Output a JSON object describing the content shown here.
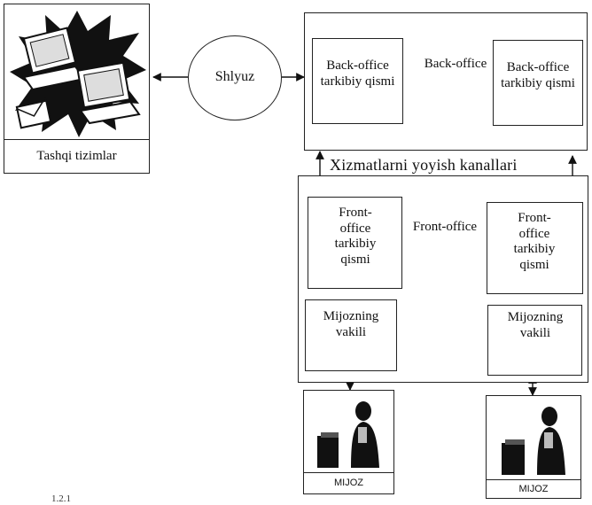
{
  "external": {
    "label": "Tashqi tizimlar"
  },
  "gateway": {
    "label": "Shlyuz"
  },
  "back_office": {
    "left_label": "Back-office tarkibiy qismi",
    "right_label": "Back-office tarkibiy qismi",
    "connector_label": "Back-office"
  },
  "channels": {
    "label": "Xizmatlarni yoyish kanallari"
  },
  "front_office": {
    "left_label": "Front- office tarkibiy qismi",
    "right_label": "Front- office tarkibiy qismi",
    "connector_label": "Front-office"
  },
  "agents": {
    "left_label": "Mijozning vakili",
    "right_label": "Mijozning vakili"
  },
  "clients": {
    "left_label": "MIJOZ",
    "right_label": "MIJOZ"
  },
  "footer": {
    "text": "1.2.1"
  }
}
